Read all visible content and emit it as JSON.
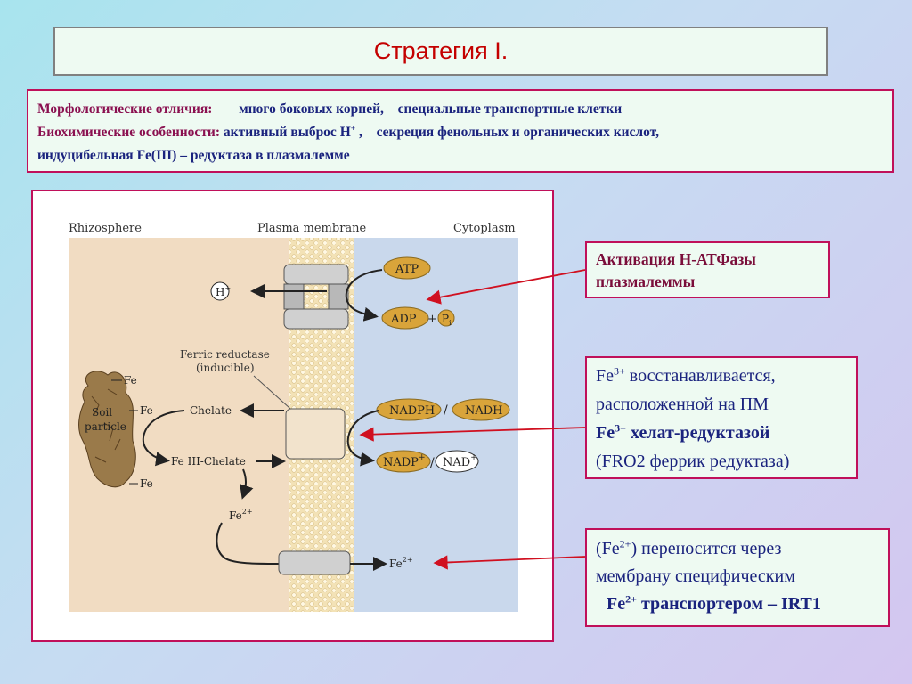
{
  "title": "Стратегия I.",
  "info": {
    "morph_label": "Морфологические отличия:",
    "morph_value1": "много боковых корней,",
    "morph_value2": "специальные транспортные клетки",
    "bio_label": "Биохимические особенности:",
    "bio_value1_pre": "активный выброс H",
    "bio_value1_sup": "+",
    "bio_value1_post": " ,",
    "bio_value2": "секреция фенольных  и органических кислот,",
    "bio_value3": "индуцибельная Fe(III) – редуктаза в плазмалемме"
  },
  "diagram": {
    "rhizosphere": "Rhizosphere",
    "plasma_membrane": "Plasma membrane",
    "cytoplasm": "Cytoplasm",
    "atp": "ATP",
    "adp": "ADP",
    "plus": "+",
    "pi": "P",
    "pi_sub": "i",
    "h": "H",
    "h_sup": "+",
    "ferric1": "Ferric reductase",
    "ferric2": "(inducible)",
    "fe": "Fe",
    "soil1": "Soil",
    "soil2": "particle",
    "chelate": "Chelate",
    "fe3chelate": "Fe III-Chelate",
    "fe2": "Fe",
    "fe2_sup": "2+",
    "nadph": "NADPH",
    "nadh": "NADH",
    "nadp": "NADP",
    "nadp_sup": "+",
    "slash": "/",
    "nad": "NAD",
    "nad_sup": "+"
  },
  "callouts": {
    "c1_line1": "Активация H-АТФазы",
    "c1_line2": "плазмалеммы",
    "c2_line1_pre": "Fe",
    "c2_line1_sup": "3+",
    "c2_line1_post": " восстанавливается,",
    "c2_line2": "расположенной на ПМ",
    "c2_line3_pre": "Fe",
    "c2_line3_sup": "3+",
    "c2_line3_post": " хелат-редуктазой",
    "c2_line4": "(FRO2 феррик редуктаза)",
    "c3_line1_pre": "(Fe",
    "c3_line1_sup": "2+",
    "c3_line1_post": ") переносится через",
    "c3_line2": "мембрану специфическим",
    "c3_line3_pre": "Fe",
    "c3_line3_sup": "2+",
    "c3_line3_post": " транспортером – IRT1"
  },
  "colors": {
    "accent_red": "#c40000",
    "border_magenta": "#c0105a",
    "text_navy": "#1a237e"
  }
}
